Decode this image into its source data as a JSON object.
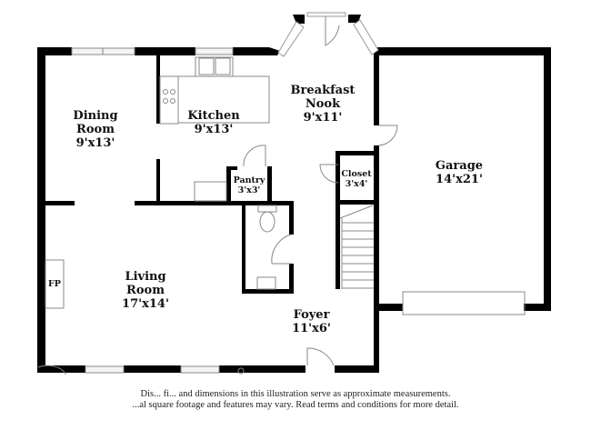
{
  "floorplan": {
    "rooms": [
      {
        "id": "breakfast-nook",
        "name_line1": "Breakfast",
        "name_line2": "Nook",
        "dims": "9'x11'"
      },
      {
        "id": "dining-room",
        "name_line1": "Dining",
        "name_line2": "Room",
        "dims": "9'x13'"
      },
      {
        "id": "kitchen",
        "name_line1": "Kitchen",
        "dims": "9'x13'"
      },
      {
        "id": "pantry",
        "name_line1": "Pantry",
        "dims": "3'x3'"
      },
      {
        "id": "closet",
        "name_line1": "Closet",
        "dims": "3'x4'"
      },
      {
        "id": "garage",
        "name_line1": "Garage",
        "dims": "14'x21'"
      },
      {
        "id": "living-room",
        "name_line1": "Living",
        "name_line2": "Room",
        "dims": "17'x14'"
      },
      {
        "id": "foyer",
        "name_line1": "Foyer",
        "dims": "11'x6'"
      }
    ],
    "fixtures": {
      "fireplace": "FP"
    }
  },
  "disclaimer": {
    "line1": "Dis... fi... and dimensions in this illustration serve as approximate measurements.",
    "line2": "...al square footage and features may vary. Read terms and conditions for more detail."
  }
}
